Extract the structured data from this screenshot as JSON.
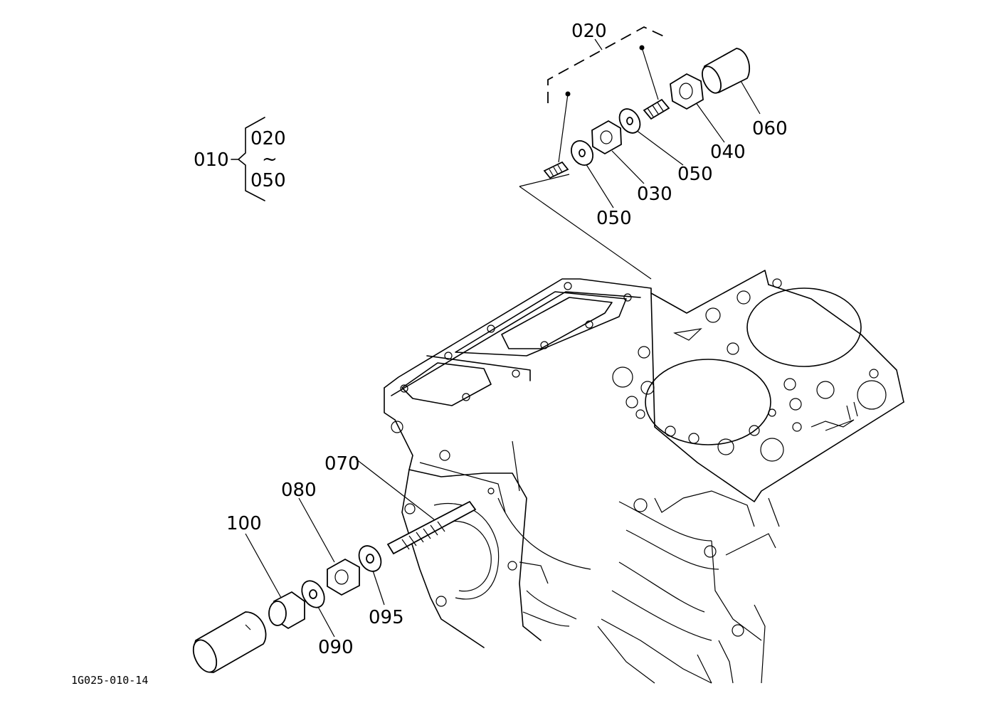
{
  "diagram": {
    "drawing_code": "1G025-010-14",
    "group": {
      "label": "010",
      "range_start": "020",
      "range_sep": "~",
      "range_end": "050"
    },
    "callouts": {
      "c020": "020",
      "c030": "030",
      "c040": "040",
      "c050a": "050",
      "c050b": "050",
      "c060": "060",
      "c070": "070",
      "c080": "080",
      "c090": "090",
      "c095": "095",
      "c100": "100"
    }
  }
}
